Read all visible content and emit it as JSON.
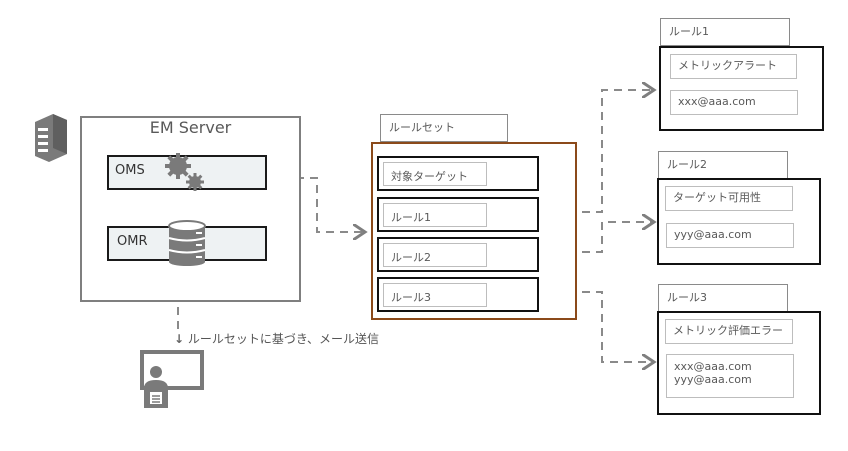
{
  "em_server": {
    "title": "EM Server",
    "icon": "server-rack-icon",
    "components": [
      {
        "label": "OMS",
        "icon": "gears-icon"
      },
      {
        "label": "OMR",
        "icon": "database-icon"
      }
    ]
  },
  "mail_note": {
    "arrow": "↓",
    "text": "ルールセットに基づき、メール送信"
  },
  "client": {
    "icon": "user-monitor-icon"
  },
  "ruleset": {
    "tab_label": "ルールセット",
    "rows": [
      {
        "label": "対象ターゲット"
      },
      {
        "label": "ルール1"
      },
      {
        "label": "ルール2"
      },
      {
        "label": "ルール3"
      }
    ]
  },
  "rules": [
    {
      "tab_label": "ルール1",
      "condition": "メトリックアラート",
      "recipients": [
        "xxx@aaa.com"
      ]
    },
    {
      "tab_label": "ルール2",
      "condition": "ターゲット可用性",
      "recipients": [
        "yyy@aaa.com"
      ]
    },
    {
      "tab_label": "ルール3",
      "condition": "メトリック評価エラー",
      "recipients": [
        "xxx@aaa.com",
        "yyy@aaa.com"
      ]
    }
  ],
  "colors": {
    "ruleset_border": "#8b4a1a",
    "connector": "#7f7f7f",
    "component_fill": "#eef2f3",
    "icon_gray": "#7a7a7a"
  }
}
